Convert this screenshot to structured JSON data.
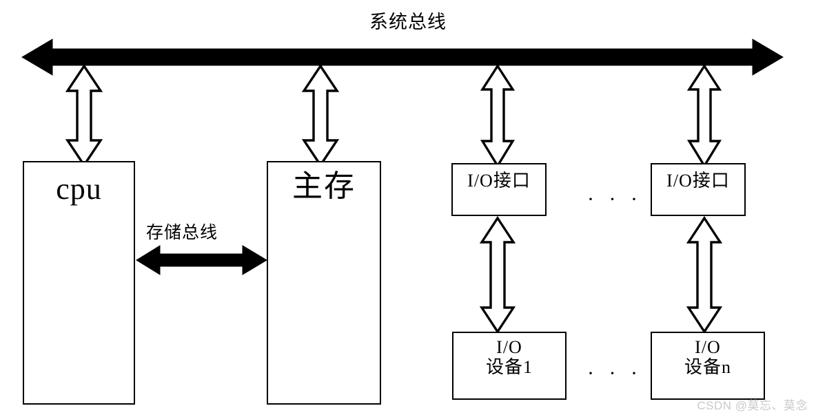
{
  "diagram": {
    "title": "系统总线",
    "type": "computer-architecture-block-diagram",
    "colors": {
      "stroke": "#000000",
      "fill": "#ffffff",
      "background": "#ffffff",
      "watermark": "#c9c9c9"
    }
  },
  "labels": {
    "memory_bus": "存储总线",
    "ellipsis": "· · ·"
  },
  "nodes": {
    "cpu": {
      "label": "cpu"
    },
    "main_memory": {
      "label": "主存"
    },
    "io_interface_1": {
      "label": "I/O接口"
    },
    "io_interface_n": {
      "label": "I/O接口"
    },
    "io_device_1": {
      "label": "I/O\n设备1"
    },
    "io_device_n": {
      "label": "I/O\n设备n"
    }
  },
  "connections": {
    "system_bus": {
      "style": "solid-double-arrow",
      "orientation": "horizontal"
    },
    "cpu_to_bus": {
      "style": "hollow-double-arrow",
      "orientation": "vertical"
    },
    "memory_to_bus": {
      "style": "hollow-double-arrow",
      "orientation": "vertical"
    },
    "io_interface_1_to_bus": {
      "style": "hollow-double-arrow",
      "orientation": "vertical"
    },
    "io_interface_n_to_bus": {
      "style": "hollow-double-arrow",
      "orientation": "vertical"
    },
    "cpu_to_memory": {
      "style": "solid-double-arrow",
      "orientation": "horizontal"
    },
    "io_interface_1_to_device_1": {
      "style": "hollow-double-arrow",
      "orientation": "vertical"
    },
    "io_interface_n_to_device_n": {
      "style": "hollow-double-arrow",
      "orientation": "vertical"
    }
  },
  "watermark": {
    "text": "CSDN @莫忘、莫念"
  }
}
